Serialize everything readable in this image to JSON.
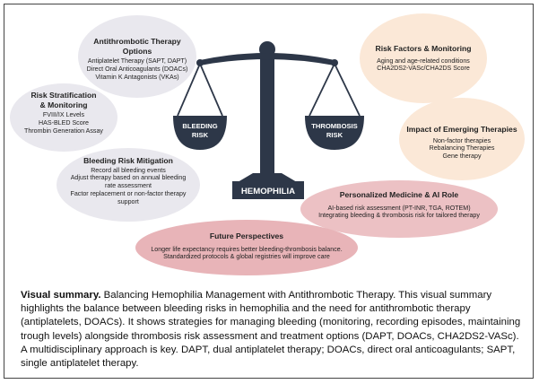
{
  "scale": {
    "title": "HEMOPHILIA",
    "left_pan": [
      "BLEEDING",
      "RISK"
    ],
    "right_pan": [
      "THROMBOSIS",
      "RISK"
    ]
  },
  "bubbles": {
    "antithrombotic": {
      "heading": [
        "Antithrombotic Therapy",
        "Options"
      ],
      "lines": [
        "Antiplatelet Therapy (SAPT, DAPT)",
        "Direct Oral Anticoagulants (DOACs)",
        "Vitamin K Antagonists (VKAs)"
      ]
    },
    "risk_stratification": {
      "heading": [
        "Risk Stratification",
        "& Monitoring"
      ],
      "lines": [
        "FVIII/IX Levels",
        "HAS-BLED Score",
        "Thrombin Generation Assay"
      ]
    },
    "bleeding_mitigation": {
      "heading": [
        "Bleeding Risk Mitigation"
      ],
      "lines": [
        "Record all bleeding events",
        "Adjust therapy based on annual bleeding",
        "rate assessment",
        "Factor replacement or non-factor therapy",
        "support"
      ]
    },
    "risk_factors": {
      "heading": [
        "Risk Factors & Monitoring"
      ],
      "lines": [
        "Aging and age-related conditions",
        "CHA2DS2-VASc/CHA2DS Score"
      ]
    },
    "emerging": {
      "heading": [
        "Impact of Emerging Therapies"
      ],
      "lines": [
        "Non-factor therapies",
        "Rebalancing Therapies",
        "Gene therapy"
      ]
    },
    "personalized": {
      "heading": [
        "Personalized Medicine & AI Role"
      ],
      "lines": [
        "AI-based risk assessment (PT-INR, TGA, ROTEM)",
        "Integrating bleeding & thrombosis risk for tailored therapy"
      ]
    },
    "future": {
      "heading": [
        "Future Perspectives"
      ],
      "lines": [
        "Longer life expectancy requires better bleeding-thrombosis balance.",
        "Standardized protocols & global registries will improve care"
      ]
    }
  },
  "caption": {
    "lead": "Visual summary.",
    "text": "Balancing Hemophilia Management with Antithrombotic Therapy. This visual summary highlights the balance between bleeding risks in hemophilia and the need for antithrombotic therapy (antiplatelets, DOACs). It shows strategies for managing bleeding (monitoring, recording episodes, maintaining trough levels) alongside thrombosis risk assessment and treatment options (DAPT, DOACs, CHA2DS2-VASc). A multidisciplinary approach is key. DAPT, dual antiplatelet therapy; DOACs, direct oral anticoagulants; SAPT, single antiplatelet therapy."
  },
  "colors": {
    "scale": "#2d3748",
    "gray_bubble": "#e9e8ee",
    "peach_bubble": "#fbe8d7",
    "pink_bubble": "#e8b4b8"
  }
}
